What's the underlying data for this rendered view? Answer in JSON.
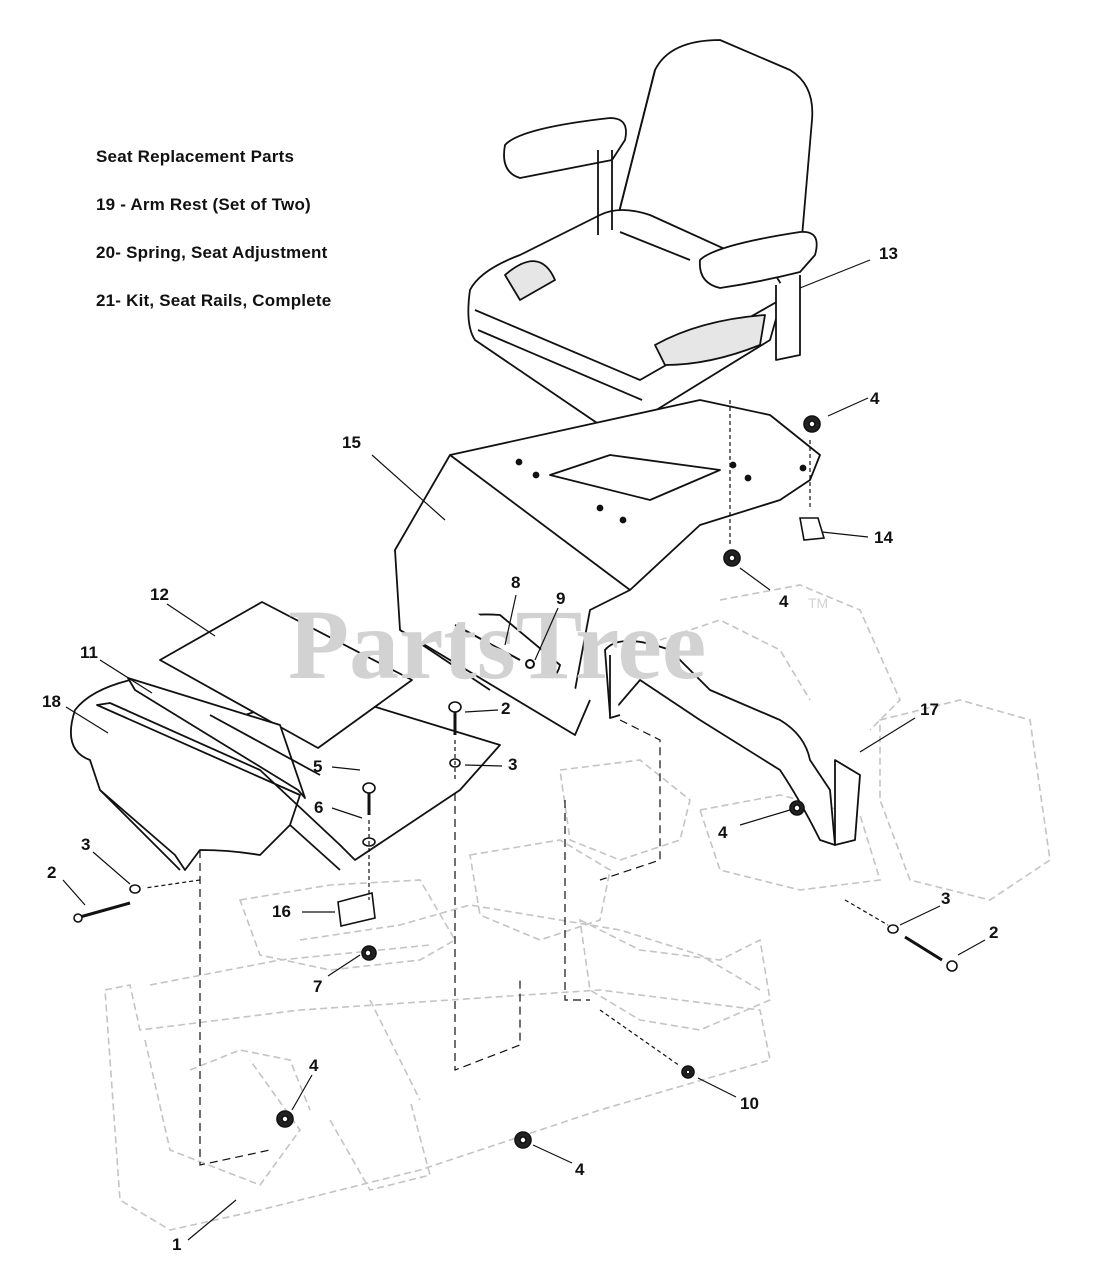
{
  "legend": {
    "title": "Seat Replacement Parts",
    "items": [
      "19 - Arm Rest (Set of Two)",
      "20- Spring, Seat Adjustment",
      "21- Kit, Seat Rails, Complete"
    ]
  },
  "watermark": {
    "text": "PartsTree",
    "trademark": "TM"
  },
  "callouts": {
    "c1": "1",
    "c2a": "2",
    "c2b": "2",
    "c2c": "2",
    "c3a": "3",
    "c3b": "3",
    "c3c": "3",
    "c4a": "4",
    "c4b": "4",
    "c4c": "4",
    "c4d": "4",
    "c4e": "4",
    "c5": "5",
    "c6": "6",
    "c7": "7",
    "c8": "8",
    "c9": "9",
    "c10": "10",
    "c11": "11",
    "c12": "12",
    "c13": "13",
    "c14": "14",
    "c15": "15",
    "c16": "16",
    "c17": "17",
    "c18": "18"
  },
  "colors": {
    "line": "#111111",
    "ghost": "#c4c4c4",
    "watermark": "#d2d2d2"
  }
}
